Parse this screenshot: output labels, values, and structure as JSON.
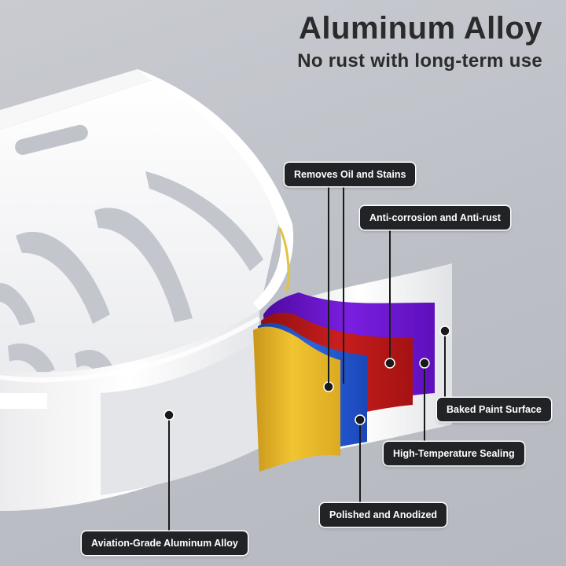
{
  "headline": {
    "title": "Aluminum Alloy",
    "subtitle": "No rust with long-term use"
  },
  "callouts": {
    "removes_oil": "Removes Oil and Stains",
    "anti_corrosion": "Anti-corrosion and Anti-rust",
    "baked_paint": "Baked Paint Surface",
    "high_temp": "High-Temperature Sealing",
    "polished": "Polished and Anodized",
    "aviation": "Aviation-Grade Aluminum Alloy"
  },
  "colors": {
    "background": "#c2c5cc",
    "label_bg": "#222326",
    "layer_yellow": "#e8b822",
    "layer_blue": "#1f4fc8",
    "layer_red": "#b81616",
    "layer_purple": "#6a12c8",
    "shelf_white": "#f6f6f7"
  }
}
